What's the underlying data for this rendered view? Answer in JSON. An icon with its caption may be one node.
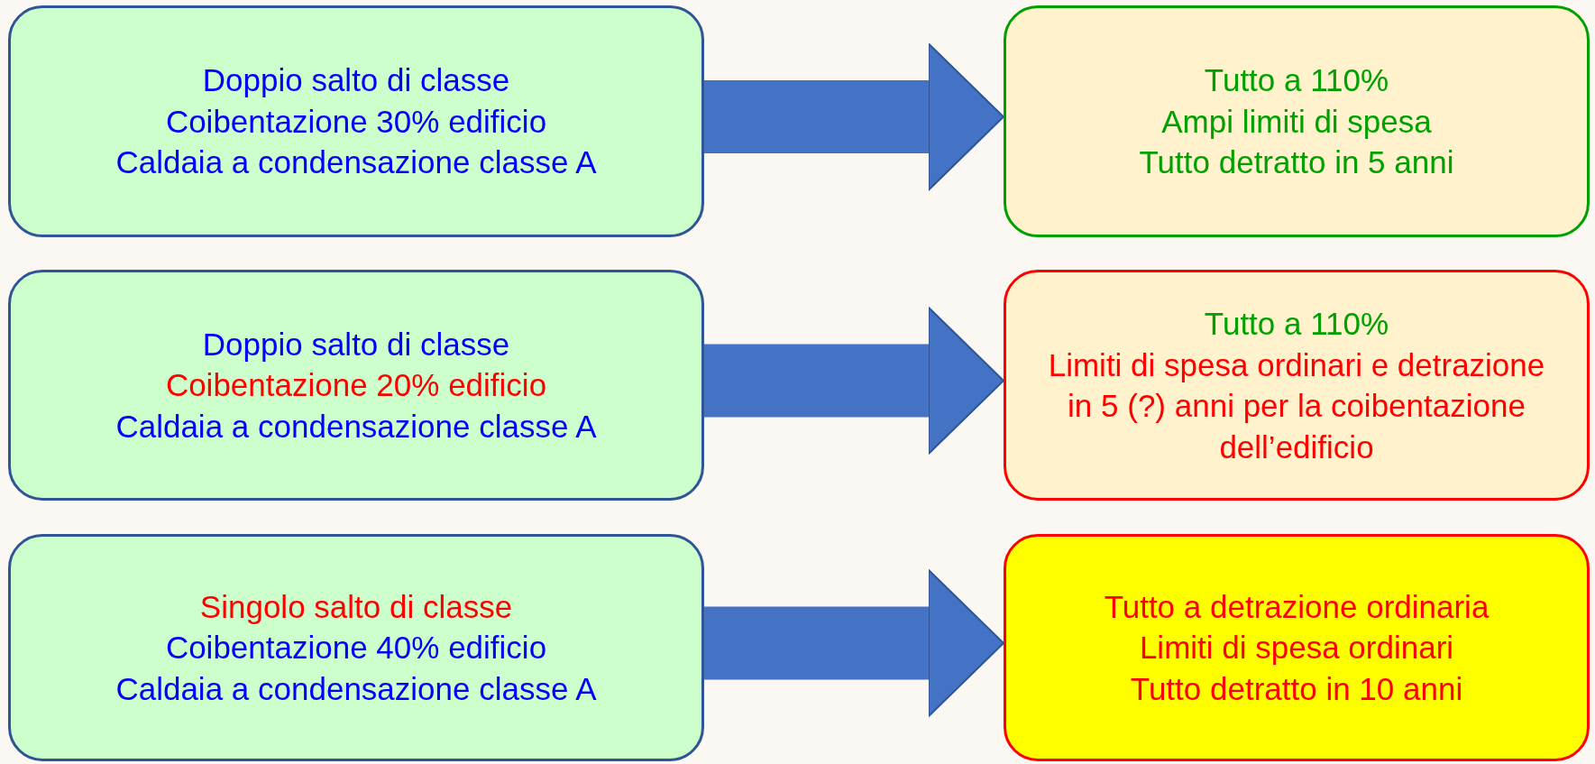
{
  "diagram": {
    "nodes": [
      {
        "text": [
          "Doppio salto di classe",
          "Coibentazione 30% edificio",
          "Caldaia a condensazione classe A"
        ]
      },
      {
        "text": [
          "Tutto a 110%",
          "Ampi limiti di spesa",
          "Tutto detratto in 5 anni"
        ]
      },
      {
        "text": [
          "Doppio salto di classe",
          "Coibentazione 20% edificio",
          "Caldaia a condensazione classe A"
        ]
      },
      {
        "text": [
          "Tutto a 110%",
          "Limiti di spesa ordinari e detrazione in 5 (?) anni per la coibentazione dell’edificio"
        ]
      },
      {
        "text": [
          "Singolo salto di classe",
          "Coibentazione 40% edificio",
          "Caldaia a condensazione classe A"
        ]
      },
      {
        "text": [
          "Tutto a detrazione ordinaria",
          "Limiti di spesa ordinari",
          "Tutto detratto in 10 anni"
        ]
      }
    ],
    "edges": [
      {
        "from": 0,
        "to": 1,
        "arrow": "to"
      },
      {
        "from": 2,
        "to": 3,
        "arrow": "to"
      },
      {
        "from": 4,
        "to": 5,
        "arrow": "to"
      }
    ]
  }
}
